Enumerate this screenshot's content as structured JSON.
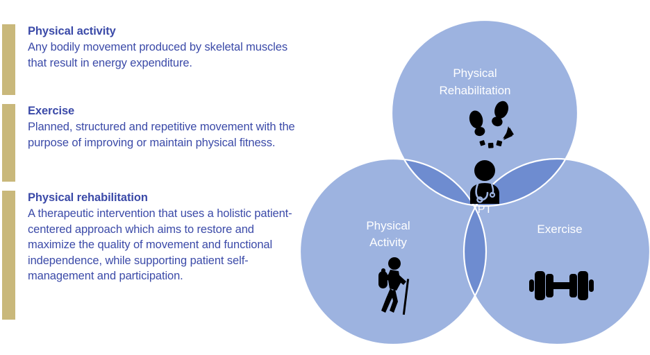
{
  "definitions": [
    {
      "title": "Physical activity",
      "body": "Any bodily movement produced by skeletal muscles that result in energy expenditure.",
      "accent_color": "#c9b87b"
    },
    {
      "title": "Exercise",
      "body": "Planned, structured and repetitive movement with the purpose of improving or maintain physical fitness.",
      "accent_color": "#c9b87b"
    },
    {
      "title": "Physical rehabilitation",
      "body": "A therapeutic intervention that uses a holistic patient-centered approach which aims to restore and maximize the quality of movement and functional independence, while supporting patient self-management and participation.",
      "accent_color": "#c9b87b"
    }
  ],
  "venn": {
    "circles": [
      {
        "id": "physical-rehabilitation",
        "label_line1": "Physical",
        "label_line2": "Rehabilitation",
        "icon": "footprints-icon"
      },
      {
        "id": "physical-activity",
        "label_line1": "Physical",
        "label_line2": "Activity",
        "icon": "hiker-icon"
      },
      {
        "id": "exercise",
        "label_line1": "Exercise",
        "label_line2": "",
        "icon": "dumbbell-icon"
      }
    ],
    "center": {
      "label": "PT",
      "icon": "physical-therapist-icon"
    }
  },
  "colors": {
    "circle_fill": "#9db3e0",
    "overlap_fill": "#6e8cd0",
    "circle_stroke": "#ffffff",
    "text_blue": "#3b4aa8",
    "accent_gold": "#c9b87b",
    "label_white": "#ffffff",
    "icon_black": "#000000",
    "background": "#ffffff"
  }
}
